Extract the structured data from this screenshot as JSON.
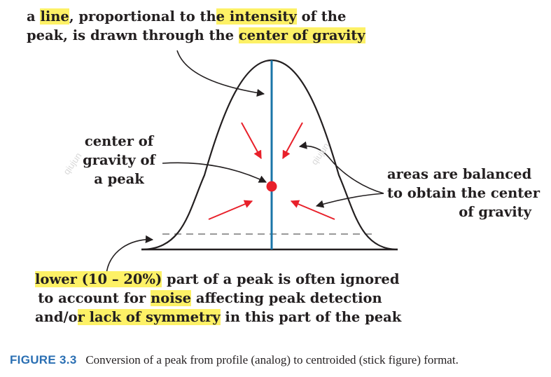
{
  "annotations": {
    "top_line1": [
      "a ",
      "line",
      ", proportional to th",
      "e intensity",
      " of the"
    ],
    "top_line2": [
      "peak, is drawn through the ",
      "center of gravity"
    ],
    "left_label": [
      "center of",
      "gravity of",
      "a peak"
    ],
    "right_label": [
      "areas are balanced",
      "to obtain the center",
      "of gravity"
    ],
    "bottom_line1": [
      "lower (10 – 20%)",
      " part of a peak is often ignored"
    ],
    "bottom_line2": [
      "to account for ",
      "noise",
      " affecting peak detection"
    ],
    "bottom_line3": [
      "and/o",
      "r lack of symmetry",
      " in this part of the peak"
    ]
  },
  "caption": {
    "label": "FIGURE 3.3",
    "text": "Conversion of a peak from profile (analog) to centroided (stick figure) format."
  },
  "watermark": [
    "qiujun",
    "qiujun"
  ],
  "colors": {
    "highlight": "#fdf166",
    "centroid_line": "#1a75a8",
    "center_dot": "#e8202a",
    "arrows": "#e8202a",
    "curve": "#231f20",
    "threshold_dash": "#9a9a9a",
    "caption_label": "#2a6fb3"
  }
}
